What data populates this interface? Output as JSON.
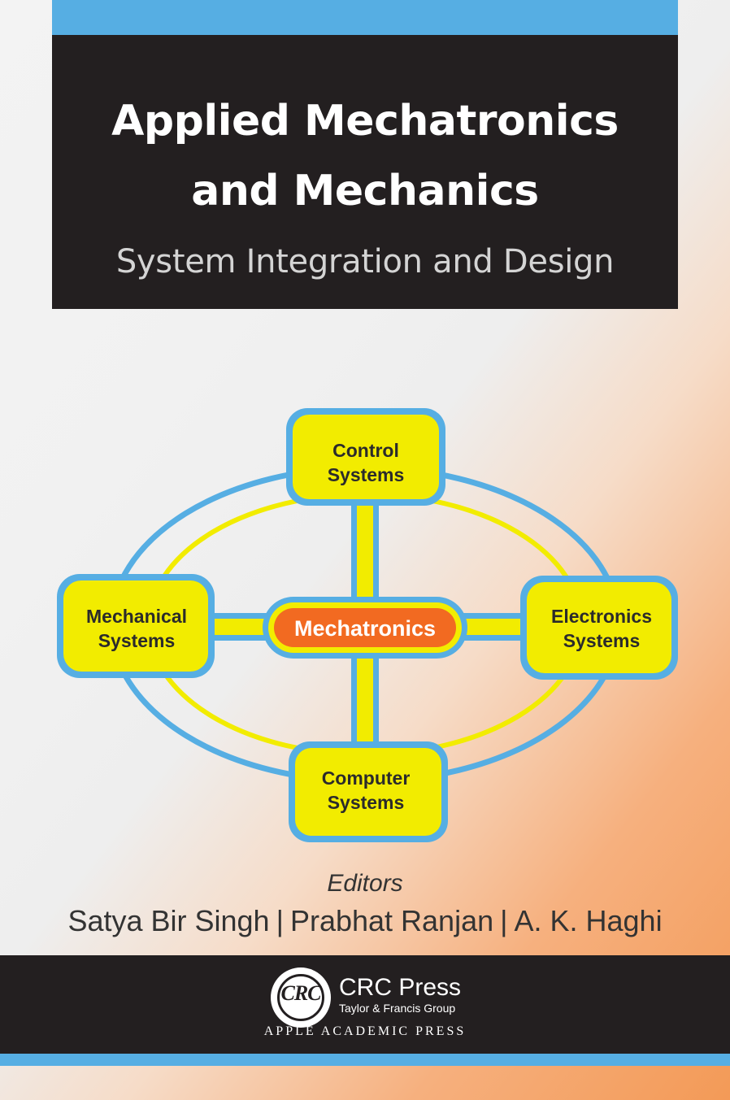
{
  "cover": {
    "title_line_1": "Applied Mechatronics",
    "title_line_2": "and Mechanics",
    "subtitle": "System Integration and Design"
  },
  "diagram": {
    "hub": "Mechatronics",
    "nodes": {
      "control": [
        "Control",
        "Systems"
      ],
      "mechanical": [
        "Mechanical",
        "Systems"
      ],
      "electronics": [
        "Electronics",
        "Systems"
      ],
      "computer": [
        "Computer",
        "Systems"
      ]
    }
  },
  "editors": {
    "label": "Editors",
    "names": [
      "Satya Bir Singh",
      "Prabhat Ranjan",
      "A. K. Haghi"
    ],
    "separator": "|"
  },
  "publisher": {
    "logo_text": "CRC",
    "name": "CRC Press",
    "group": "Taylor & Francis Group",
    "imprint": "APPLE ACADEMIC PRESS"
  },
  "colors": {
    "accent_blue": "#56aee3",
    "dark": "#231f20",
    "node_yellow": "#f2ec00",
    "hub_orange": "#f26a21"
  }
}
